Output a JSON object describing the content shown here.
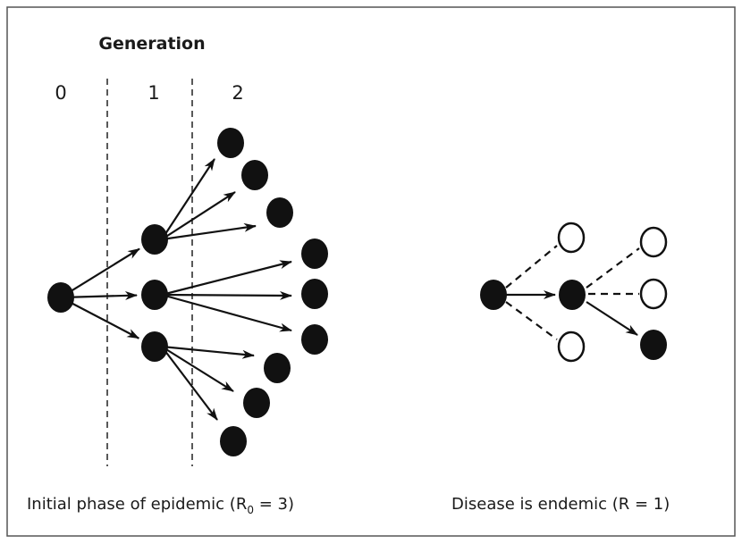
{
  "header": {
    "title": "Generation"
  },
  "generations": [
    "0",
    "1",
    "2"
  ],
  "captions": {
    "left_prefix": "Initial phase of epidemic (R",
    "left_sub": "0",
    "left_suffix": " = 3)",
    "right": "Disease is endemic (R = 1)"
  },
  "legend_states": {
    "infected": "filled",
    "not_infected": "open"
  }
}
